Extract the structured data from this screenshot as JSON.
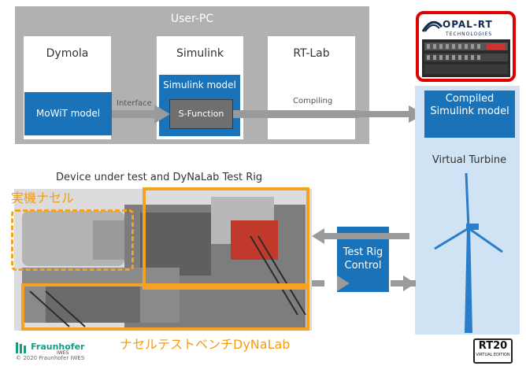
{
  "user_pc": {
    "title": "User-PC",
    "dymola": {
      "title": "Dymola",
      "model": "MoWiT model"
    },
    "simulink": {
      "title": "Simulink",
      "model": "Simulink model",
      "function": "S-Function"
    },
    "rtlab": {
      "title": "RT-Lab",
      "compiling": "Compiling"
    },
    "interface_label": "Interface"
  },
  "opal": {
    "brand": "OPAL-RT",
    "sub": "TECHNOLOGIES"
  },
  "virtual_turbine": {
    "compiled": "Compiled Simulink model",
    "title": "Virtual Turbine"
  },
  "dut": {
    "title": "Device under test and DyNaLab Test Rig"
  },
  "annotations": {
    "real_nacelle": "実機ナセル",
    "test_bench": "ナセルテストベンチDyNaLab"
  },
  "test_rig_control": "Test Rig Control",
  "footer": {
    "logo": "Fraunhofer",
    "logo_sub": "IWES",
    "copyright": "© 2020 Fraunhofer IWES"
  },
  "rt20": {
    "title": "RT20",
    "sub": "VIRTUAL EDITION"
  },
  "colors": {
    "blue": "#1a73b8",
    "orange": "#f5a124",
    "grey": "#b1b1b1",
    "red": "#e00000",
    "light_blue": "#cfe3f4"
  }
}
